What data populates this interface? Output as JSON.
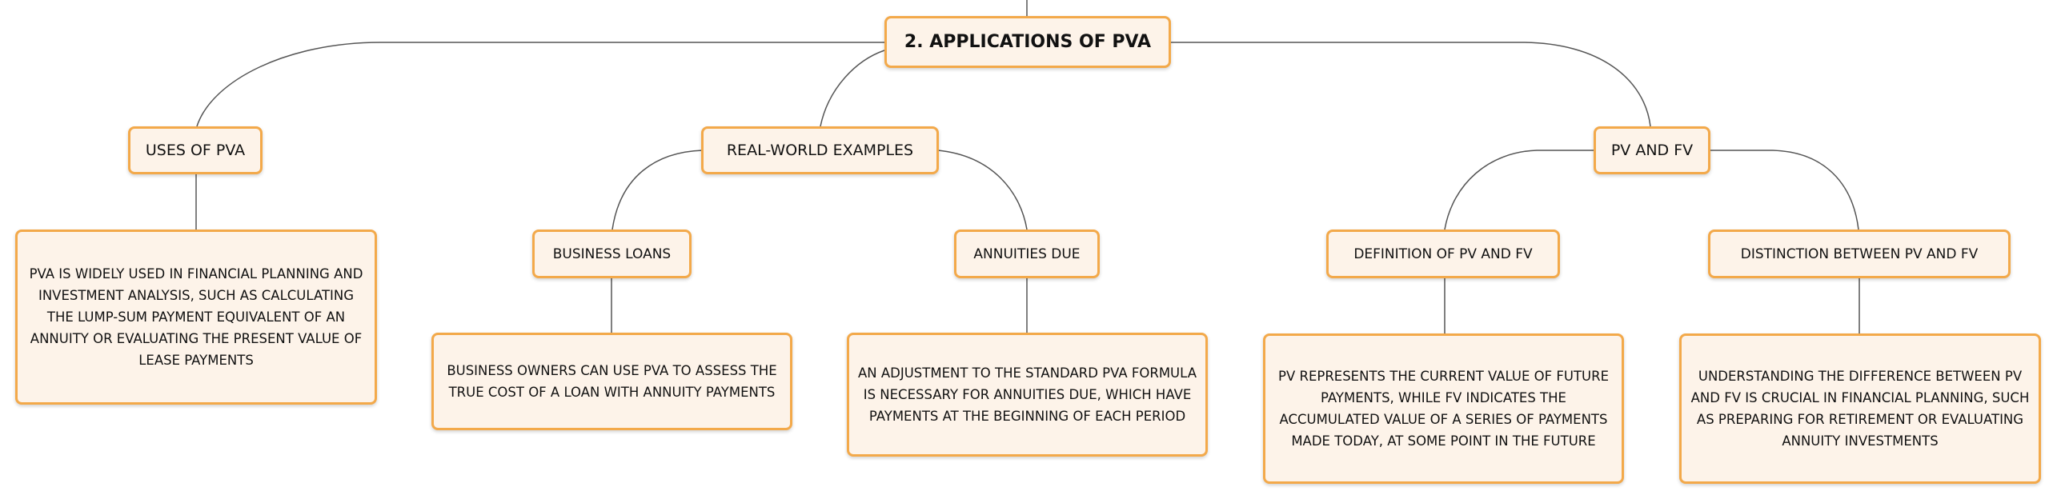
{
  "root": {
    "label": "2. APPLICATIONS OF PVA"
  },
  "uses": {
    "label": "USES OF PVA",
    "detail": "PVA IS WIDELY USED IN FINANCIAL PLANNING AND INVESTMENT ANALYSIS, SUCH AS CALCULATING THE LUMP-SUM PAYMENT EQUIVALENT OF AN ANNUITY OR EVALUATING THE PRESENT VALUE OF LEASE PAYMENTS"
  },
  "examples": {
    "label": "REAL-WORLD EXAMPLES",
    "loans": {
      "label": "BUSINESS LOANS",
      "detail": "BUSINESS OWNERS CAN USE PVA TO ASSESS THE TRUE COST OF A LOAN WITH ANNUITY PAYMENTS"
    },
    "due": {
      "label": "ANNUITIES DUE",
      "detail": "AN ADJUSTMENT TO THE STANDARD PVA FORMULA IS NECESSARY FOR ANNUITIES DUE, WHICH HAVE PAYMENTS AT THE BEGINNING OF EACH PERIOD"
    }
  },
  "pvfv": {
    "label": "PV AND FV",
    "definition": {
      "label": "DEFINITION OF PV AND FV",
      "detail": "PV REPRESENTS THE CURRENT VALUE OF FUTURE PAYMENTS, WHILE FV INDICATES THE ACCUMULATED VALUE OF A SERIES OF PAYMENTS MADE TODAY, AT SOME POINT IN THE FUTURE"
    },
    "distinction": {
      "label": "DISTINCTION BETWEEN PV AND FV",
      "detail": "UNDERSTANDING THE DIFFERENCE BETWEEN PV AND FV IS CRUCIAL IN FINANCIAL PLANNING, SUCH AS PREPARING FOR RETIREMENT OR EVALUATING ANNUITY INVESTMENTS"
    }
  },
  "colors": {
    "border": "#f3a94a",
    "fill": "#fdf3e9",
    "line": "#555555"
  }
}
